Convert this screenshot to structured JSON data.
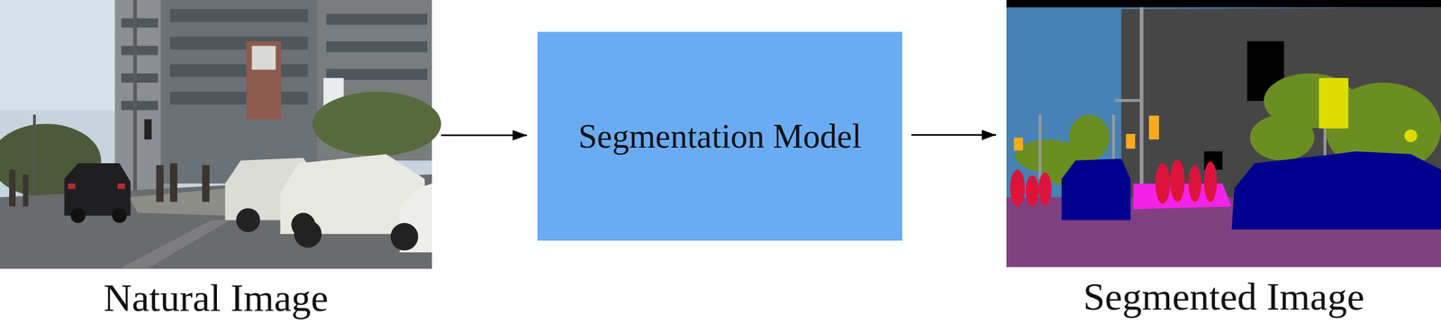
{
  "diagram": {
    "nodes": [
      {
        "text": [
          "Natural Image"
        ]
      },
      {
        "text": [
          "Segmentation Model"
        ]
      },
      {
        "text": [
          "Segmented Image"
        ]
      }
    ],
    "edges": [
      {
        "from": 0,
        "to": 1,
        "arrow": "to"
      },
      {
        "from": 1,
        "to": 2,
        "arrow": "to"
      }
    ]
  }
}
